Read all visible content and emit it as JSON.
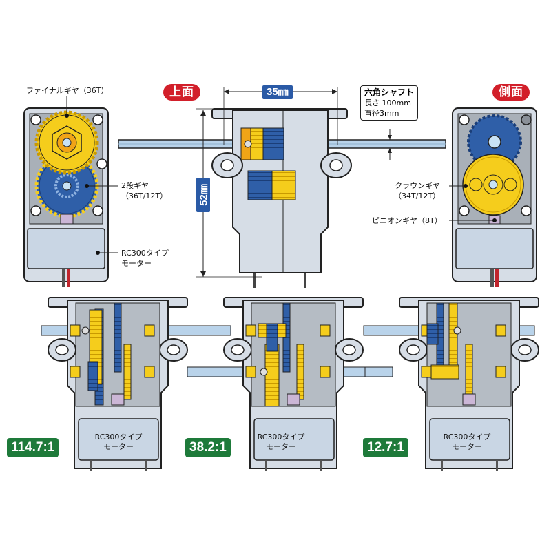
{
  "views": {
    "top": {
      "label": "上面"
    },
    "side": {
      "label": "側面"
    }
  },
  "colors": {
    "view_badge": "#d21f2a",
    "ratio_badge": "#1e7a3a",
    "dimension_badge": "#2a5aa6",
    "gear_yellow": "#f5cd1c",
    "gear_orange": "#f0a417",
    "gear_blue": "#2f5fa8",
    "housing": "#d6dde6",
    "motor": "#c9d6e4",
    "shaft": "#b9d3ea",
    "pinion": "#cbb6d6"
  },
  "left_view": {
    "callouts": [
      {
        "text": "ファイナルギヤ（36T）"
      },
      {
        "text": "2段ギヤ",
        "sub": "（36T/12T）"
      },
      {
        "text": "RC300タイプ",
        "sub": "モーター"
      }
    ]
  },
  "top_view": {
    "width_dimension": "35㎜",
    "height_dimension": "52㎜"
  },
  "shaft_info": {
    "title": "六角シャフト",
    "length": "長さ 100mm",
    "diameter": "直径3mm"
  },
  "right_view": {
    "callouts": [
      {
        "text": "クラウンギヤ",
        "sub": "（34T/12T）"
      },
      {
        "text": "ピニオンギヤ（8T）"
      }
    ]
  },
  "configurations": [
    {
      "ratio": "114.7:1",
      "motor_line1": "RC300タイプ",
      "motor_line2": "モーター"
    },
    {
      "ratio": "38.2:1",
      "motor_line1": "RC300タイプ",
      "motor_line2": "モーター"
    },
    {
      "ratio": "12.7:1",
      "motor_line1": "RC300タイプ",
      "motor_line2": "モーター"
    }
  ]
}
